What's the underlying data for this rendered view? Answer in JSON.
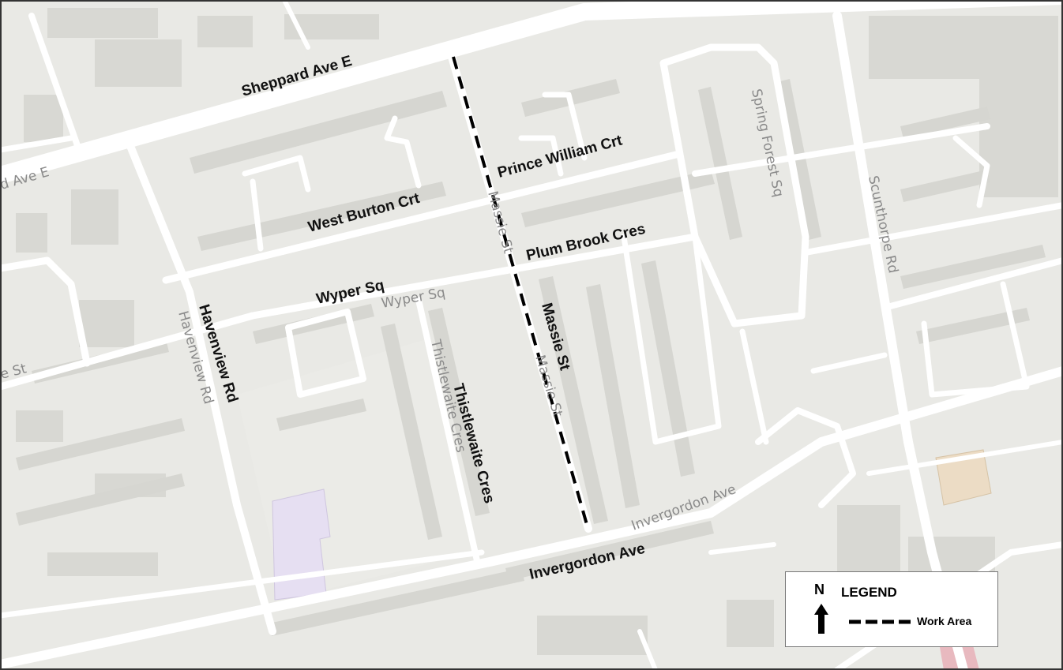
{
  "streets": {
    "sheppard_main": "Sheppard Ave E",
    "sheppard_edge": "d Ave E",
    "prince_william": "Prince William Crt",
    "west_burton": "West Burton Crt",
    "plum_brook": "Plum Brook Cres",
    "wyper_bold": "Wyper Sq",
    "wyper_grey": "Wyper Sq",
    "havenview_bold": "Havenview Rd",
    "havenview_grey": "Havenview Rd",
    "thistlewaite_bold": "Thistlewaite Cres",
    "thistlewaite_grey": "Thistlewaite Cres",
    "massie_bold": "Massie St",
    "massie_grey_north": "Massie St",
    "massie_grey_south": "Massie St",
    "invergordon_bold": "Invergordon Ave",
    "invergordon_grey": "Invergordon Ave",
    "spring_forest": "Spring Forest Sq",
    "scunthorpe": "Scunthorpe Rd",
    "west_edge_st": "e St"
  },
  "legend": {
    "north": "N",
    "title": "LEGEND",
    "work_area": "Work Area"
  },
  "colors": {
    "land": "#e9e9e5",
    "road": "#ffffff",
    "building": "#d8d8d3",
    "school": "#e6dff2",
    "institution": "#ecdcc5",
    "work_area": "#000000"
  }
}
